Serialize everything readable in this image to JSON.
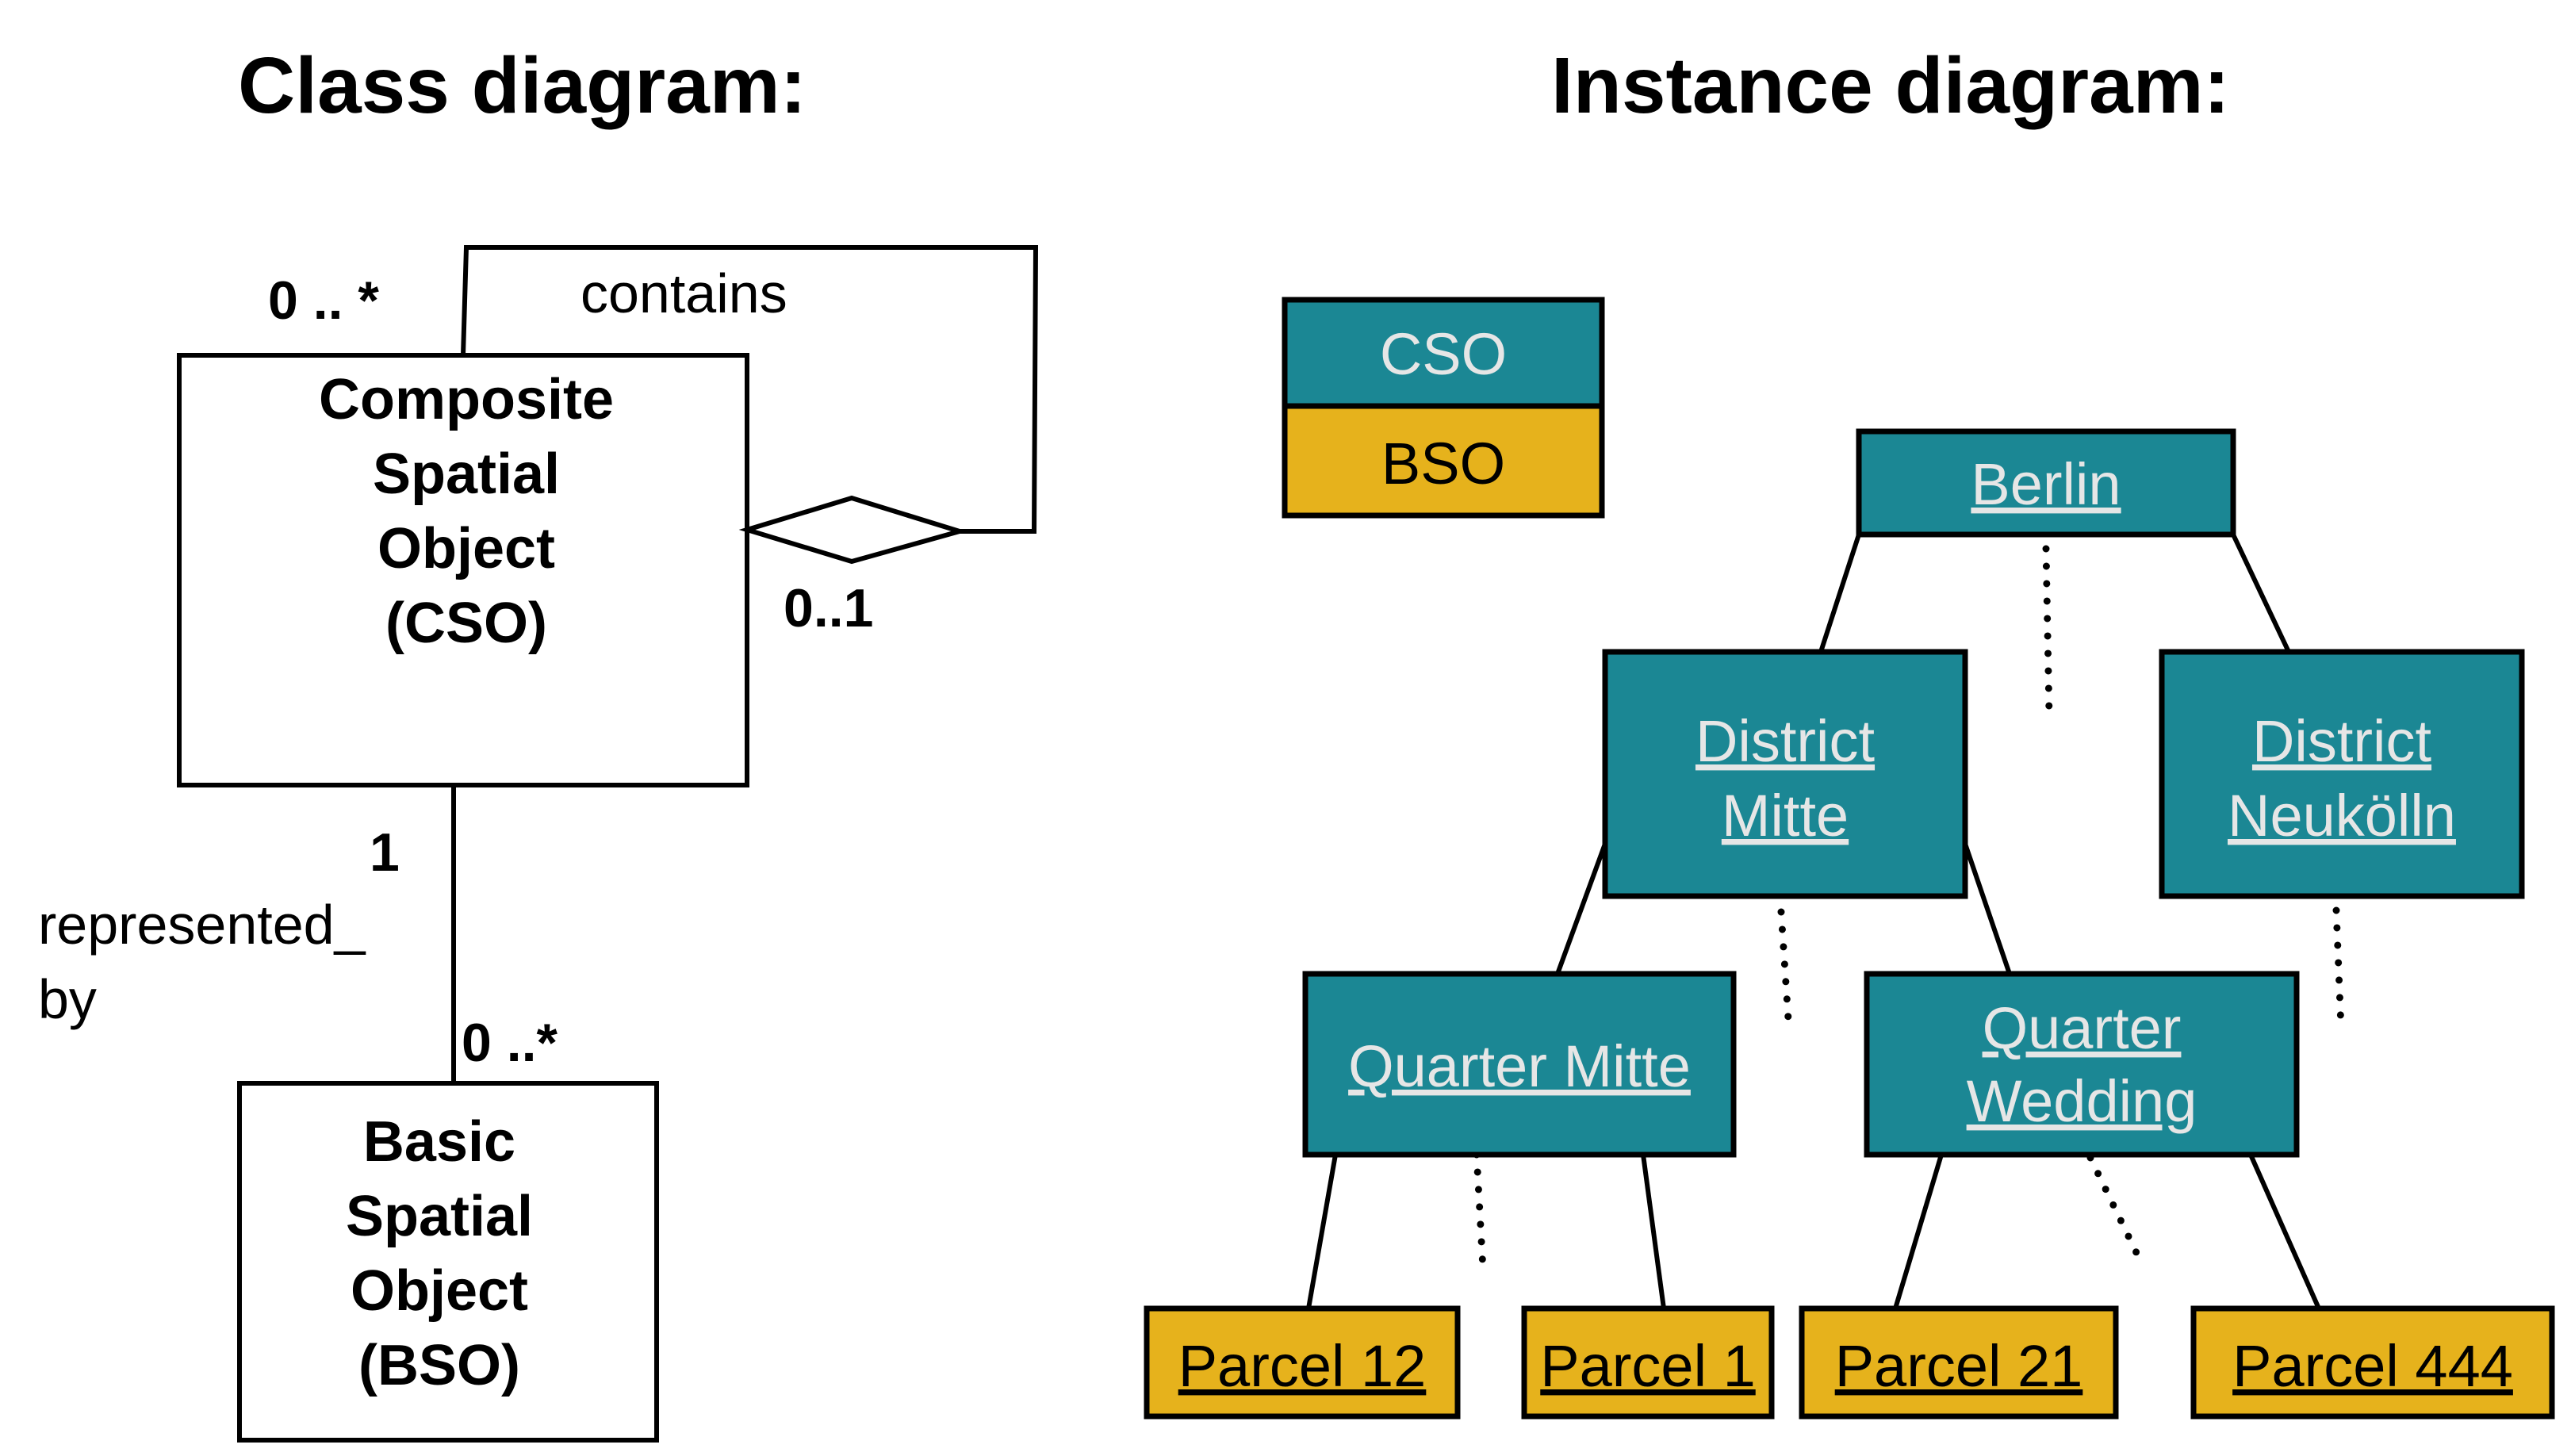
{
  "titles": {
    "class_diagram": "Class diagram:",
    "instance_diagram": "Instance diagram:"
  },
  "class_diagram": {
    "cso_lines": [
      "Composite",
      "Spatial",
      "Object",
      "(CSO)"
    ],
    "bso_lines": [
      "Basic",
      "Spatial",
      "Object",
      "(BSO)"
    ],
    "contains_label": "contains",
    "contains_mult_top": "0 .. *",
    "contains_mult_diamond": "0..1",
    "represented_mult_top": "1",
    "represented_mult_bottom": "0 ..*",
    "represented_label_lines": [
      "represented_",
      "by"
    ]
  },
  "legend": {
    "cso": "CSO",
    "bso": "BSO"
  },
  "instances": {
    "berlin": [
      "Berlin"
    ],
    "district_mitte": [
      "District ",
      "Mitte"
    ],
    "district_neukolln": [
      "District ",
      "Neukölln"
    ],
    "quarter_mitte": [
      "Quarter Mitte"
    ],
    "quarter_wedding": [
      "Quarter ",
      "Wedding"
    ],
    "parcel_12": [
      "Parcel 12"
    ],
    "parcel_1": [
      "Parcel 1"
    ],
    "parcel_21": [
      "Parcel 21"
    ],
    "parcel_444": [
      "Parcel 444"
    ]
  },
  "colors": {
    "cso_fill": "#1b8794",
    "bso_fill": "#e6b21c",
    "stroke": "#000000"
  }
}
